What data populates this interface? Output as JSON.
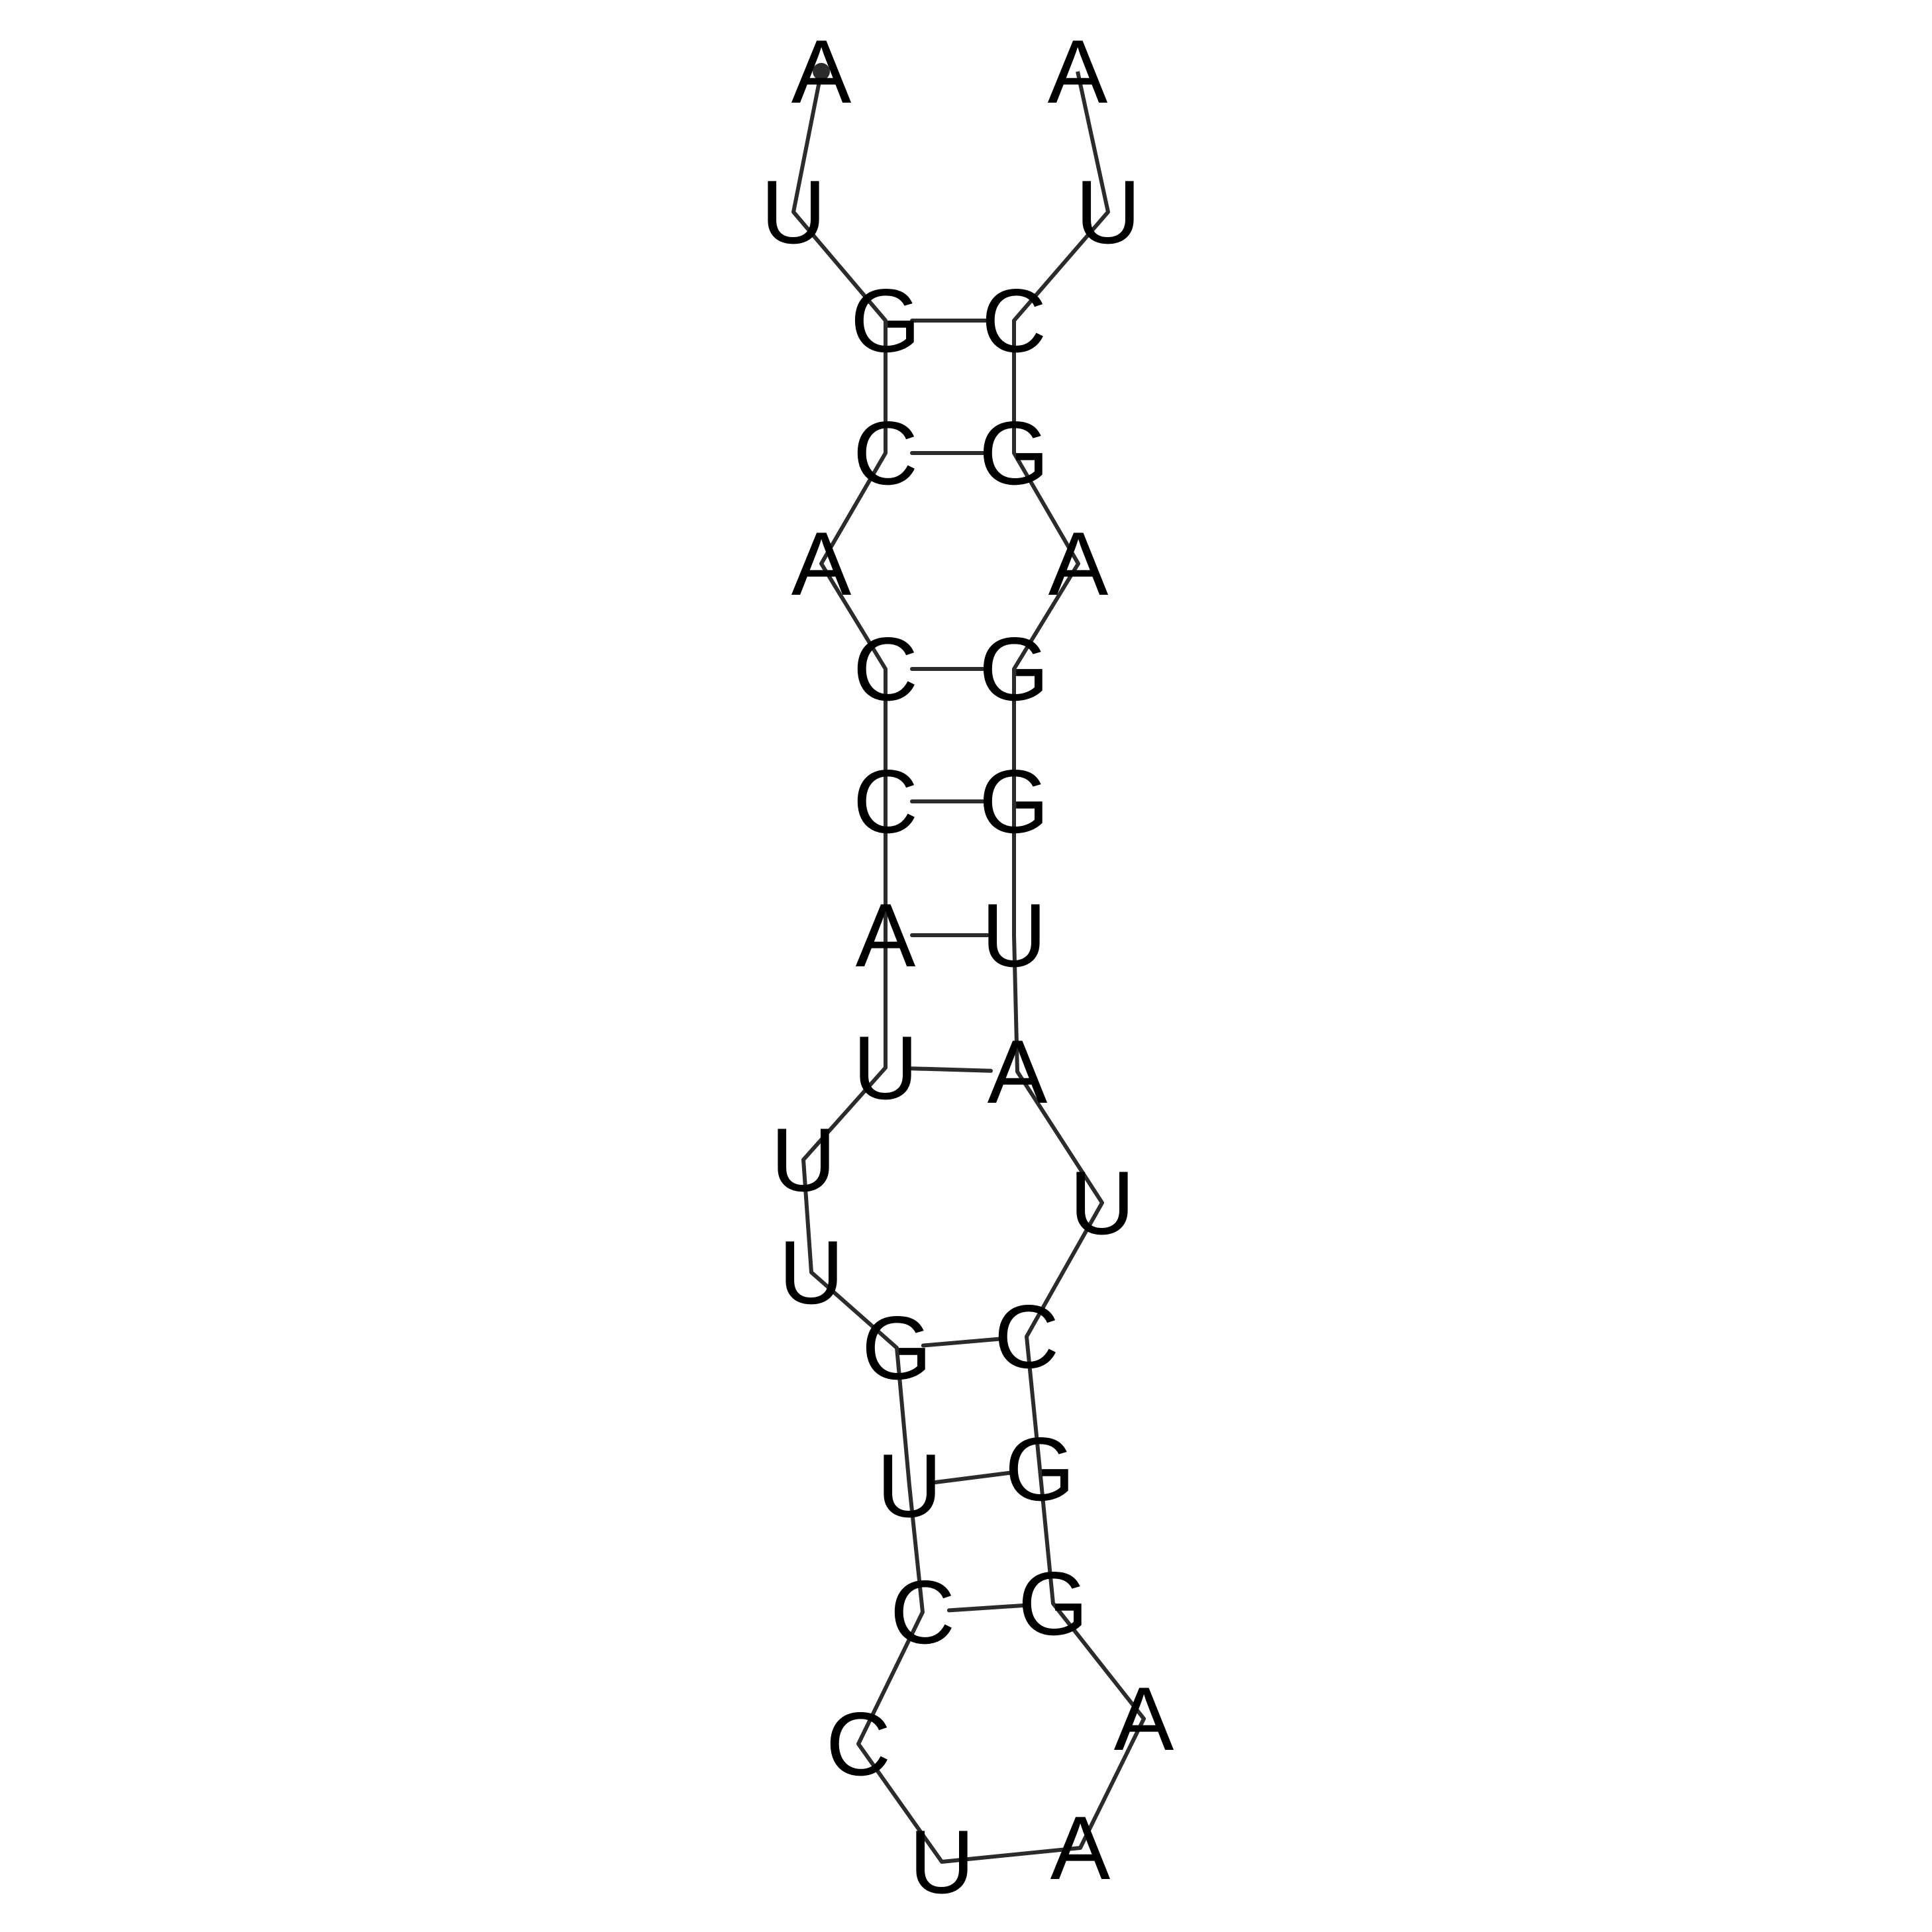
{
  "sequence": [
    "A",
    "U",
    "G",
    "C",
    "A",
    "C",
    "C",
    "A",
    "U",
    "U",
    "U",
    "G",
    "U",
    "C",
    "C",
    "U",
    "A",
    "A",
    "G",
    "G",
    "C",
    "U",
    "A",
    "U",
    "G",
    "G",
    "A",
    "G",
    "C",
    "U",
    "A"
  ],
  "pairs": [
    [
      2,
      28
    ],
    [
      3,
      27
    ],
    [
      5,
      25
    ],
    [
      6,
      24
    ],
    [
      7,
      23
    ],
    [
      8,
      22
    ],
    [
      11,
      20
    ],
    [
      12,
      19
    ],
    [
      13,
      18
    ]
  ],
  "colors": {
    "text": "#000000",
    "line": "#2b2b2b",
    "background": "#ffffff"
  }
}
